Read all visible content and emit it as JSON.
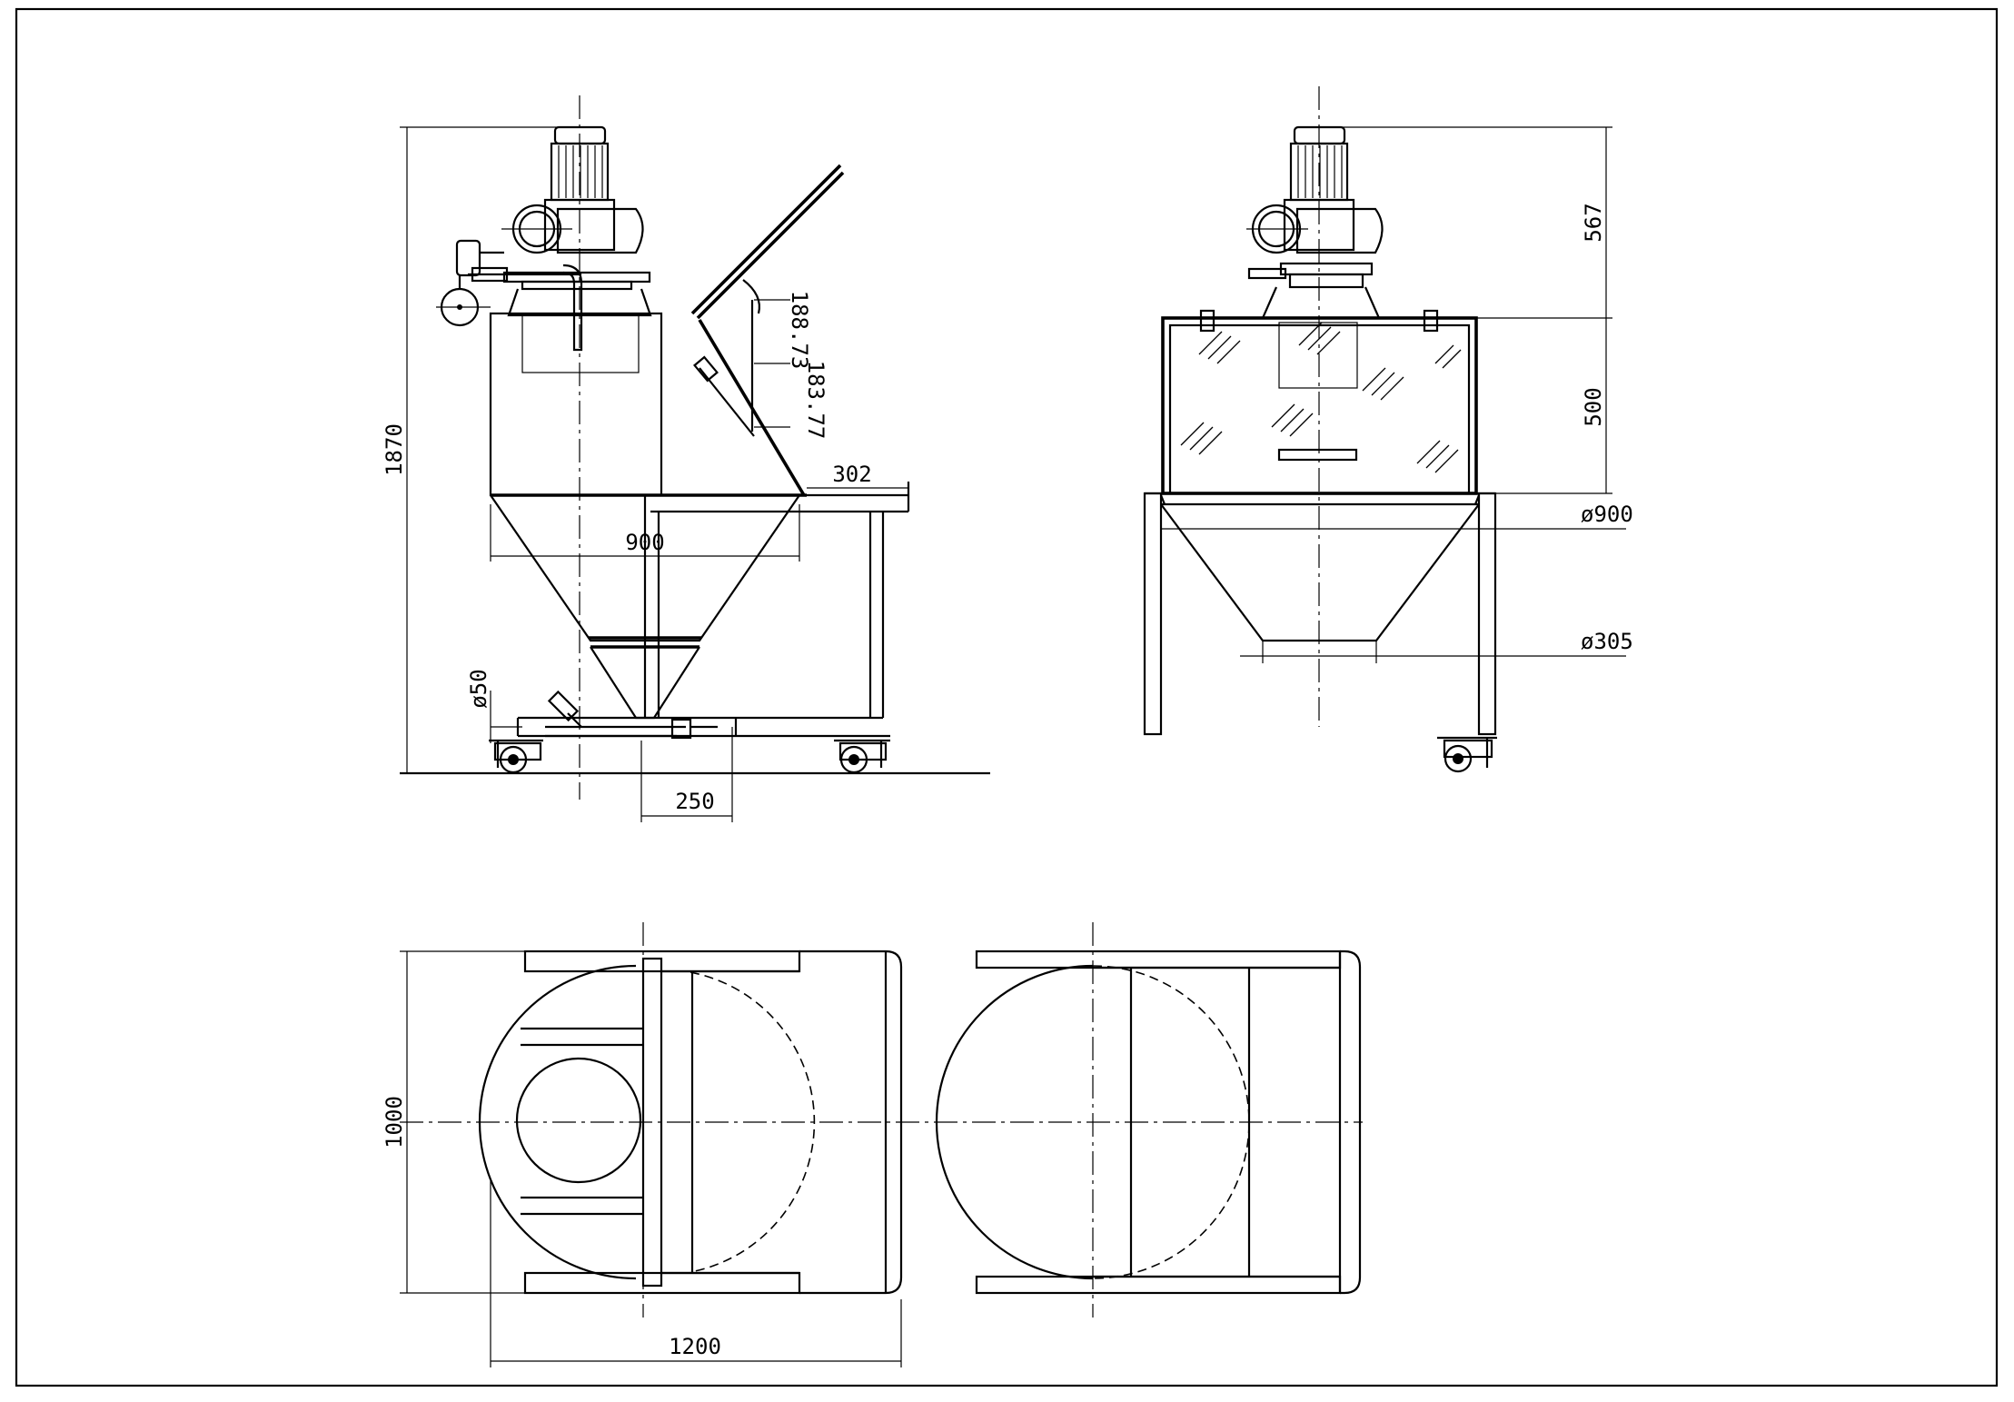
{
  "dimensions": {
    "overall_height": "1870",
    "hopper_width_side": "900",
    "table_extension": "302",
    "outlet_offset": "250",
    "outlet_diameter": "ø50",
    "flap_upper": "188.73",
    "flap_lower": "183.77",
    "motor_height": "567",
    "box_height": "500",
    "cone_top_diameter": "ø900",
    "cone_outlet_diameter": "ø305",
    "plan_depth": "1000",
    "plan_width": "1200"
  }
}
